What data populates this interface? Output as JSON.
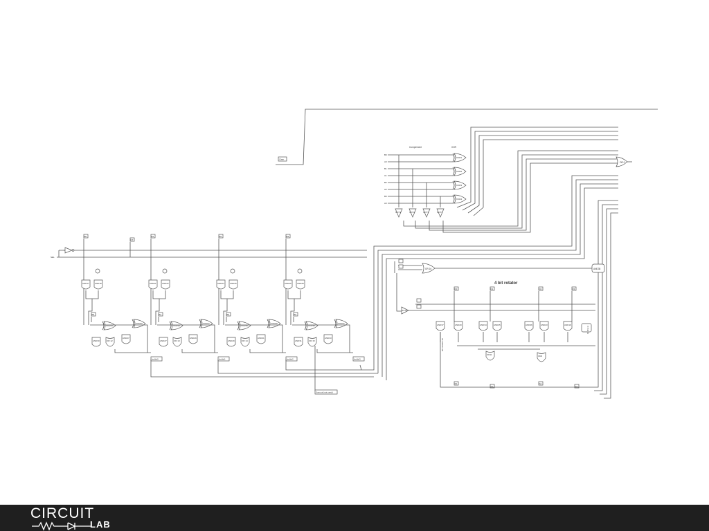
{
  "diagram": {
    "title": "4 bit rotator",
    "headers": {
      "complement": "Complement",
      "xor": "XOR"
    },
    "left_input": "SEL",
    "clear_label": "Clear",
    "output_label": "Sumout (not used)",
    "input_labels": [
      "B0",
      "A0",
      "B1",
      "A1",
      "B2",
      "A2",
      "B3",
      "A3"
    ],
    "xor_gates": [
      "XOR1",
      "XOR2",
      "XOR3",
      "XOR4"
    ],
    "not_gates": [
      "NOT1",
      "NOT2",
      "NOT3",
      "NOT4"
    ],
    "or_main": "OR 0",
    "adder": {
      "flags": [
        "B0",
        "NT",
        "B1",
        "B2",
        "B3"
      ],
      "and_top": [
        "AND17",
        "AND18",
        "AND21",
        "AND22",
        "AND24",
        "AND25",
        "AND26",
        "AND28"
      ],
      "xor_row": [
        "XOR29",
        "XOR30",
        "XOR33",
        "XOR37",
        "XOR35",
        "XOR38",
        "XOR36",
        "XOR31"
      ],
      "and_bottom": [
        "AND30",
        "AND27",
        "AND29",
        "AND31",
        "AND33"
      ],
      "or_bottom": [
        "OR 12",
        "OR 13",
        "OR 14",
        "OR 15"
      ],
      "carry_labels": [
        "[co]bit0",
        "[co]bit1",
        "[co]bit2",
        "[co]bit3"
      ]
    },
    "mux": {
      "or": "OR 16",
      "not": "NOT5",
      "and": "AND38"
    },
    "rotator": {
      "ands": [
        "AND37",
        "AND20",
        "AND34",
        "AND35",
        "AND36",
        "AND23",
        "AND19"
      ],
      "ors": [
        "OR11",
        "OR2"
      ],
      "sides": [
        "left rotation bit",
        "bit first in"
      ],
      "flags_top": [
        "D0",
        "D1",
        "D2",
        "D3"
      ],
      "flags_bottom": [
        "S0",
        "S1",
        "S2",
        "S3"
      ]
    }
  },
  "footer": {
    "brand_top": "CIRCUIT",
    "brand_bottom": "LAB",
    "bg": "#1f1f1f"
  }
}
